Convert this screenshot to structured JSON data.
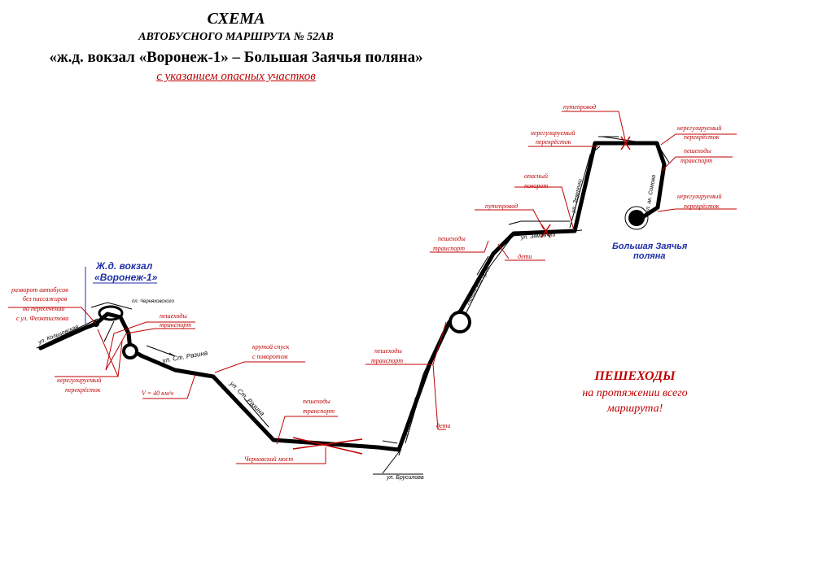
{
  "title": {
    "line1": "СХЕМА",
    "line2": "АВТОБУСНОГО МАРШРУТА № 52АВ",
    "line3": "«ж.д. вокзал «Воронеж-1» – Большая Заячья поляна»",
    "line4": "с указанием опасных участков"
  },
  "stops": {
    "start_line1": "Ж.д. вокзал",
    "start_line2": "«Воронеж-1»",
    "end_line1": "Большая Заячья",
    "end_line2": "поляна"
  },
  "streets": {
    "koltsovskaya": "ул. Кольцовская",
    "chernyakhovskogo": "пл. Черняховского",
    "st_razina_1": "ул. Ст. Разина",
    "st_razina_2": "ул. Ст. Разина",
    "leninsky_1": "Ленинский пр-т",
    "leninsky_2": "Ленинский пр-т",
    "brusilova": "ул. Брусилова",
    "zemlyachki_1": "ул. Землячки",
    "zemlyachki_2": "ул. Землячки",
    "somova": "ул. ак. Сомова"
  },
  "hazards": {
    "u_turn_1": "разворот автобусов",
    "u_turn_2": "без пассажиров",
    "u_turn_3": "на пересечении",
    "u_turn_4": "с ул. Феоктистова",
    "ped_transport_1a": "пешеходы",
    "ped_transport_1b": "транспорт",
    "unreg_1a": "нерегулируемый",
    "unreg_1b": "перекрёсток",
    "speed": "V = 40 км/ч",
    "steep_1": "крутой спуск",
    "steep_2": "с поворотом",
    "ped_transport_2a": "пешеходы",
    "ped_transport_2b": "транспорт",
    "bridge": "Чернавский мост",
    "ped_transport_3a": "пешеходы",
    "ped_transport_3b": "транспорт",
    "children_1": "дети",
    "ped_transport_4a": "пешеходы",
    "ped_transport_4b": "транспорт",
    "children_2": "дети",
    "overpass_1": "путепровод",
    "danger_turn_1": "опасный",
    "danger_turn_2": "поворот",
    "unreg_2a": "нерегулируемый",
    "unreg_2b": "перекрёсток",
    "overpass_2": "путепровод",
    "unreg_3a": "нерегулируемый",
    "unreg_3b": "перекрёсток",
    "ped_transport_5a": "пешеходы",
    "ped_transport_5b": "транспорт",
    "unreg_4a": "нерегулируемый",
    "unreg_4b": "перекрёсток"
  },
  "note": {
    "line1": "ПЕШЕХОДЫ",
    "line2": "на протяжении всего",
    "line3": "маршрута!"
  },
  "colors": {
    "hazard": "#c00000",
    "route": "#000000",
    "stop_label": "#1f2fa8"
  }
}
